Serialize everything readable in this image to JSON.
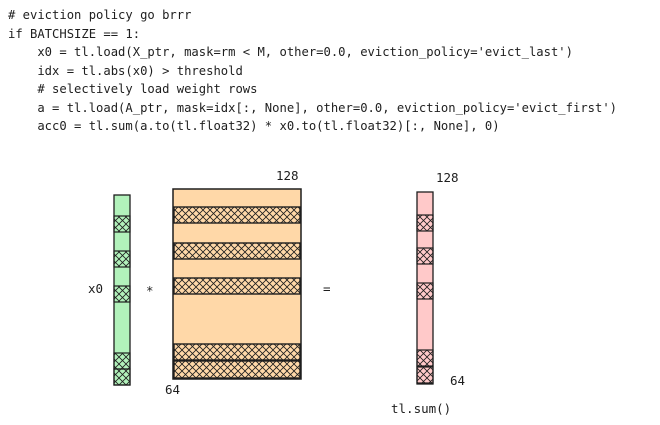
{
  "code_lines": [
    "# eviction policy go brrr",
    "if BATCHSIZE == 1:",
    "    x0 = tl.load(X_ptr, mask=rm < M, other=0.0, eviction_policy='evict_last')",
    "    idx = tl.abs(x0) > threshold",
    "    # selectively load weight rows",
    "    a = tl.load(A_ptr, mask=idx[:, None], other=0.0, eviction_policy='evict_first')",
    "    acc0 = tl.sum(a.to(tl.float32) * x0.to(tl.float32)[:, None], 0)"
  ],
  "diagram": {
    "x0_label": "x0",
    "multiply_symbol": "*",
    "equals_symbol": "=",
    "matrix_top_label": "128",
    "matrix_bottom_label": "64",
    "result_top_label": "128",
    "result_bottom_label": "64",
    "result_caption": "tl.sum()",
    "colors": {
      "x0_fill": "#b2f2bb",
      "matrix_fill": "#ffd8a8",
      "result_fill": "#ffc9c9",
      "stroke": "#1e1e1e"
    }
  }
}
